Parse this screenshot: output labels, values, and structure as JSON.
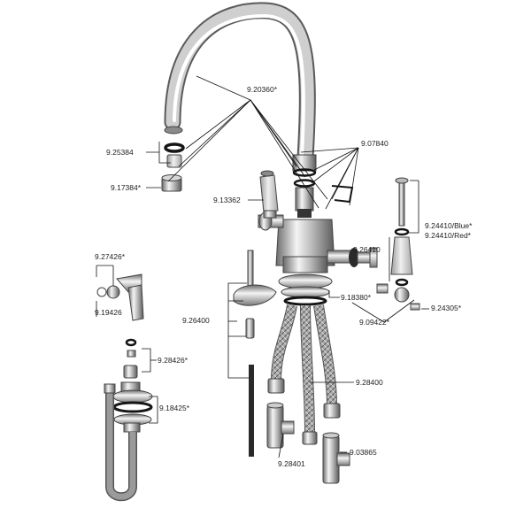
{
  "colors": {
    "chrome_light": "#f4f4f4",
    "chrome_mid": "#bdbdbd",
    "chrome_dark": "#6b6b6b",
    "ceramic": "#d2d2d2",
    "hose_braid": "#9a9a9a",
    "seal_black": "#151515",
    "leader_line": "#111111",
    "label_text": "#222222"
  },
  "labels": {
    "spout": "9.20360*",
    "spout_seal": "9.25384",
    "spout_nut": "9.17384*",
    "spout_o_rings": "9.07840",
    "lever_handle": "9.13362",
    "cartridge_color": "9.24410/Blue*\n9.24410/Red*",
    "cartridge_blue": "9.24410/Blue*",
    "cartridge_red": "9.24410/Red*",
    "handle_sleeve": "9.26410",
    "body_washer": "9.18380*",
    "valve_washer": "9.09422*",
    "valve_cap": "9.24305*",
    "spray_head": "9.27426*",
    "spray_nozzle": "9.19426",
    "mounting_kit": "9.26400",
    "spray_washer": "9.28426*",
    "spray_base": "9.18425*",
    "supply_hose": "9.28400",
    "check_valve_a": "9.28401",
    "check_valve_b": "9.03865"
  }
}
